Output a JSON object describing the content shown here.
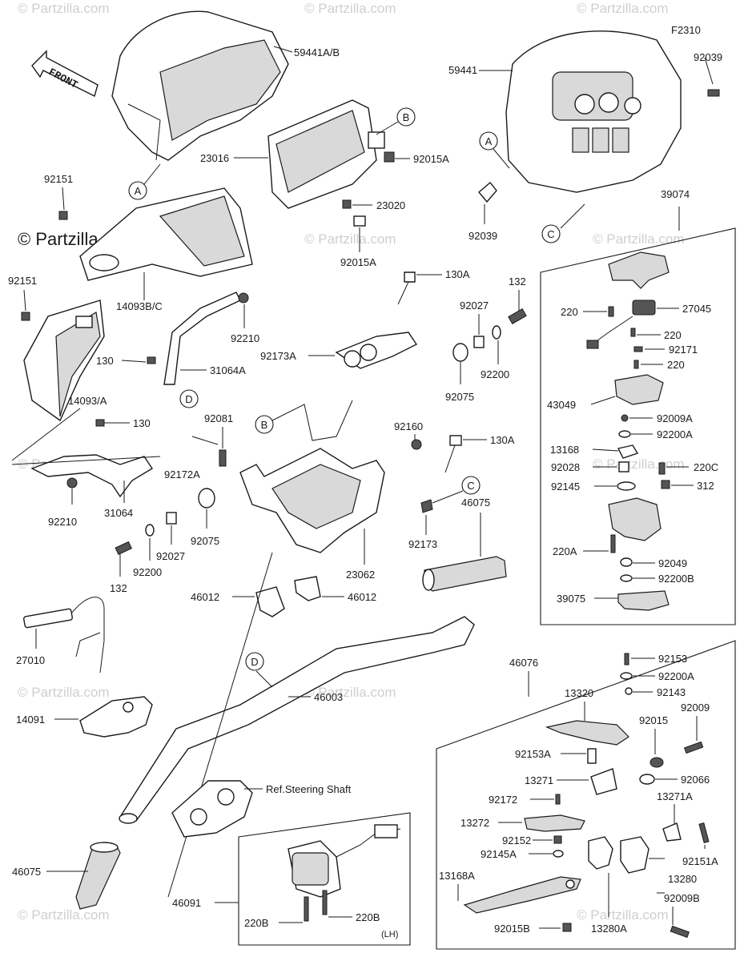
{
  "diagram_code": "F2310",
  "watermarks": {
    "site": "© Partzilla.com",
    "big": "© Partzilla.com"
  },
  "front_arrow": "FRONT",
  "circle_refs": {
    "a": "A",
    "b": "B",
    "c": "C",
    "d": "D"
  },
  "part_labels": {
    "p59441AB": "59441A/B",
    "p59441": "59441",
    "p92039_top": "92039",
    "p92039_bottom": "92039",
    "p23016": "23016",
    "p92015A_top": "92015A",
    "p23020": "23020",
    "p92015A_mid": "92015A",
    "p92151_top": "92151",
    "p92151_mid": "92151",
    "p14093BC": "14093B/C",
    "p92210_top": "92210",
    "p130A_top": "130A",
    "p132_top": "132",
    "p92027_top": "92027",
    "p92200_top": "92200",
    "p92173A": "92173A",
    "p92075_top": "92075",
    "p130_top": "130",
    "p31064A": "31064A",
    "p14093A": "14093/A",
    "p130_mid": "130",
    "p92081": "92081",
    "p92172A": "92172A",
    "p92160": "92160",
    "p130A_mid": "130A",
    "p31064": "31064",
    "p92210_bottom": "92210",
    "p92075_mid": "92075",
    "p92027_mid": "92027",
    "p132_mid": "132",
    "p92200_mid": "92200",
    "p92173": "92173",
    "p46075_top": "46075",
    "p23062": "23062",
    "p46012_left": "46012",
    "p46012_right": "46012",
    "p27010": "27010",
    "p46003": "46003",
    "p14091": "14091",
    "p_ref_steering": "Ref.Steering Shaft",
    "p46075_bottom": "46075",
    "p46091": "46091",
    "p220B_left": "220B",
    "p220B_right": "220B",
    "p_lh": "(LH)",
    "p39074": "39074",
    "p220_a": "220",
    "p27045": "27045",
    "p220_b": "220",
    "p92171": "92171",
    "p220_c": "220",
    "p43049": "43049",
    "p92009A": "92009A",
    "p92200A_right": "92200A",
    "p13168": "13168",
    "p92028": "92028",
    "p220C": "220C",
    "p92145": "92145",
    "p312": "312",
    "p220A": "220A",
    "p92049": "92049",
    "p92200B": "92200B",
    "p39075": "39075",
    "p46076": "46076",
    "p92153_top": "92153",
    "p92200A_low": "92200A",
    "p13320": "13320",
    "p92143": "92143",
    "p92009": "92009",
    "p92015": "92015",
    "p92153A": "92153A",
    "p92066": "92066",
    "p13271": "13271",
    "p13271A": "13271A",
    "p92172": "92172",
    "p13272": "13272",
    "p92152": "92152",
    "p92151A": "92151A",
    "p92145A": "92145A",
    "p13168A": "13168A",
    "p13280": "13280",
    "p92009B": "92009B",
    "p92015B": "92015B",
    "p13280A": "13280A"
  }
}
